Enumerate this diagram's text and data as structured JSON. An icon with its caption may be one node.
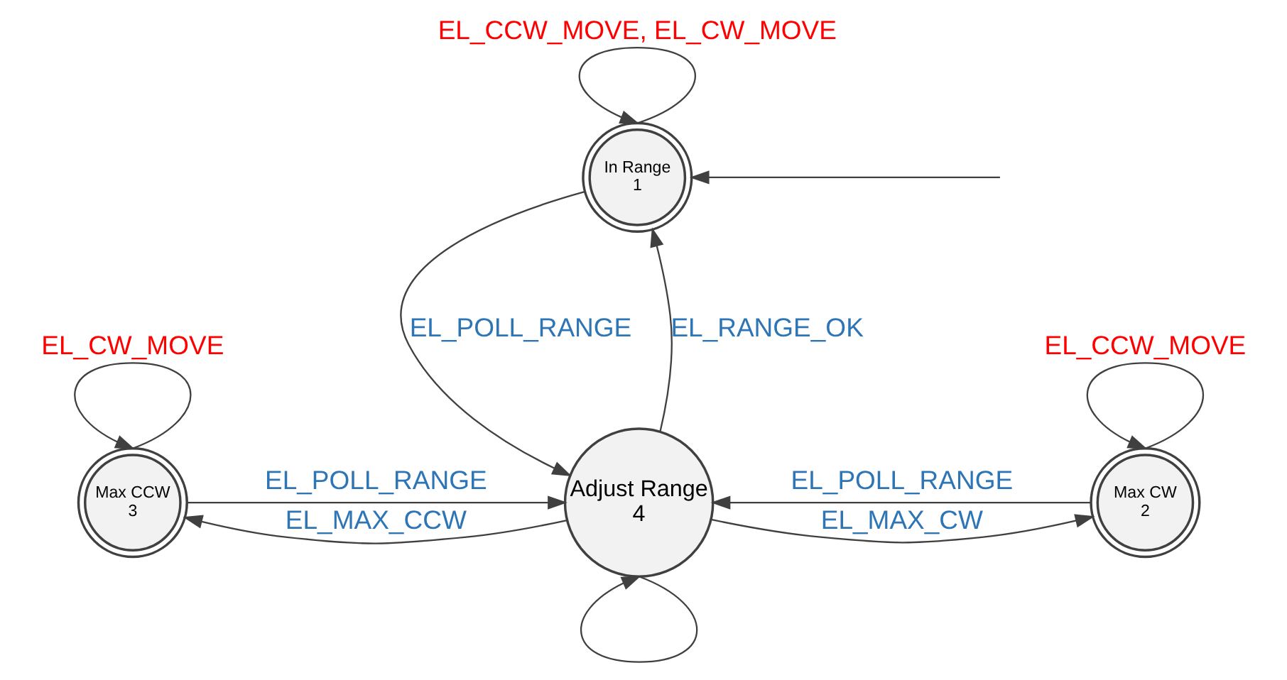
{
  "diagram": {
    "nodes": [
      {
        "text": [
          "In Range",
          "1"
        ]
      },
      {
        "text": [
          "Max CCW",
          "3"
        ]
      },
      {
        "text": [
          "Adjust Range",
          "4"
        ]
      },
      {
        "text": [
          "Max CW",
          "2"
        ]
      }
    ],
    "edges": [
      {
        "from": 0,
        "to": 0,
        "arrow": "to",
        "label": "EL_CCW_MOVE, EL_CW_MOVE"
      },
      {
        "from": null,
        "to": 0,
        "arrow": "to"
      },
      {
        "from": 2,
        "to": 0,
        "arrow": "to",
        "label": "EL_RANGE_OK"
      },
      {
        "from": 0,
        "to": 2,
        "arrow": "to",
        "label": "EL_POLL_RANGE"
      },
      {
        "from": 1,
        "to": 1,
        "arrow": "to",
        "label": "EL_CW_MOVE"
      },
      {
        "from": 3,
        "to": 3,
        "arrow": "to",
        "label": "EL_CCW_MOVE"
      },
      {
        "from": 1,
        "to": 2,
        "arrow": "to",
        "label": "EL_POLL_RANGE"
      },
      {
        "from": 3,
        "to": 2,
        "arrow": "to",
        "label": "EL_POLL_RANGE"
      },
      {
        "from": 2,
        "to": 1,
        "arrow": "to",
        "label": "EL_MAX_CCW"
      },
      {
        "from": 2,
        "to": 2,
        "arrow": "to"
      },
      {
        "from": 2,
        "to": 3,
        "arrow": "to",
        "label": "EL_MAX_CW"
      }
    ]
  }
}
